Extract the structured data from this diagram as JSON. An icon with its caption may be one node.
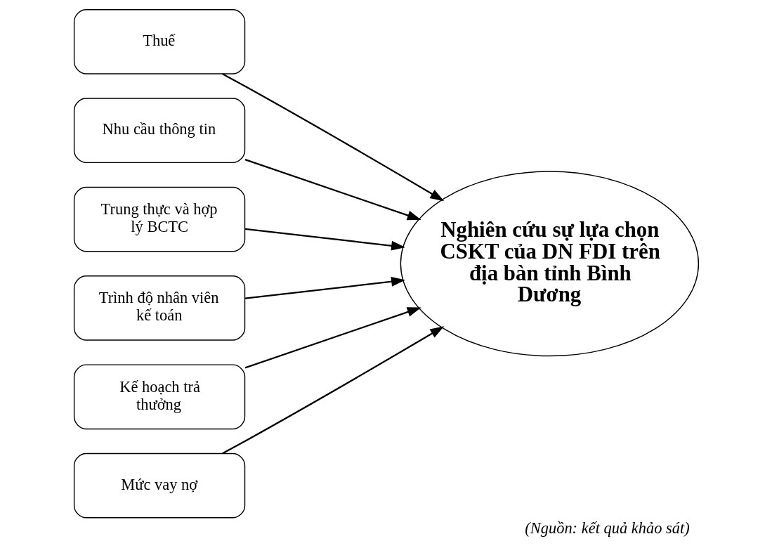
{
  "diagram": {
    "caption": "(Nguồn: kết quả khảo sát)",
    "nodes": [
      {
        "text": [
          "Thuế"
        ]
      },
      {
        "text": [
          "Nhu cầu thông tin"
        ]
      },
      {
        "text": [
          "Trung thực và hợp lý BCTC"
        ]
      },
      {
        "text": [
          "Trình độ nhân viên kế toán"
        ]
      },
      {
        "text": [
          "Kế hoạch trả thưởng"
        ]
      },
      {
        "text": [
          "Mức vay nợ"
        ]
      },
      {
        "text": [
          "Nghiên cứu sự lựa chọn CSKT của DN FDI trên địa bàn tỉnh Bình Dương"
        ]
      }
    ],
    "edges": [
      {
        "from": 0,
        "to": 6,
        "arrow": "to"
      },
      {
        "from": 1,
        "to": 6,
        "arrow": "to"
      },
      {
        "from": 2,
        "to": 6,
        "arrow": "to"
      },
      {
        "from": 3,
        "to": 6,
        "arrow": "to"
      },
      {
        "from": 4,
        "to": 6,
        "arrow": "to"
      },
      {
        "from": 5,
        "to": 6,
        "arrow": "to"
      }
    ]
  }
}
